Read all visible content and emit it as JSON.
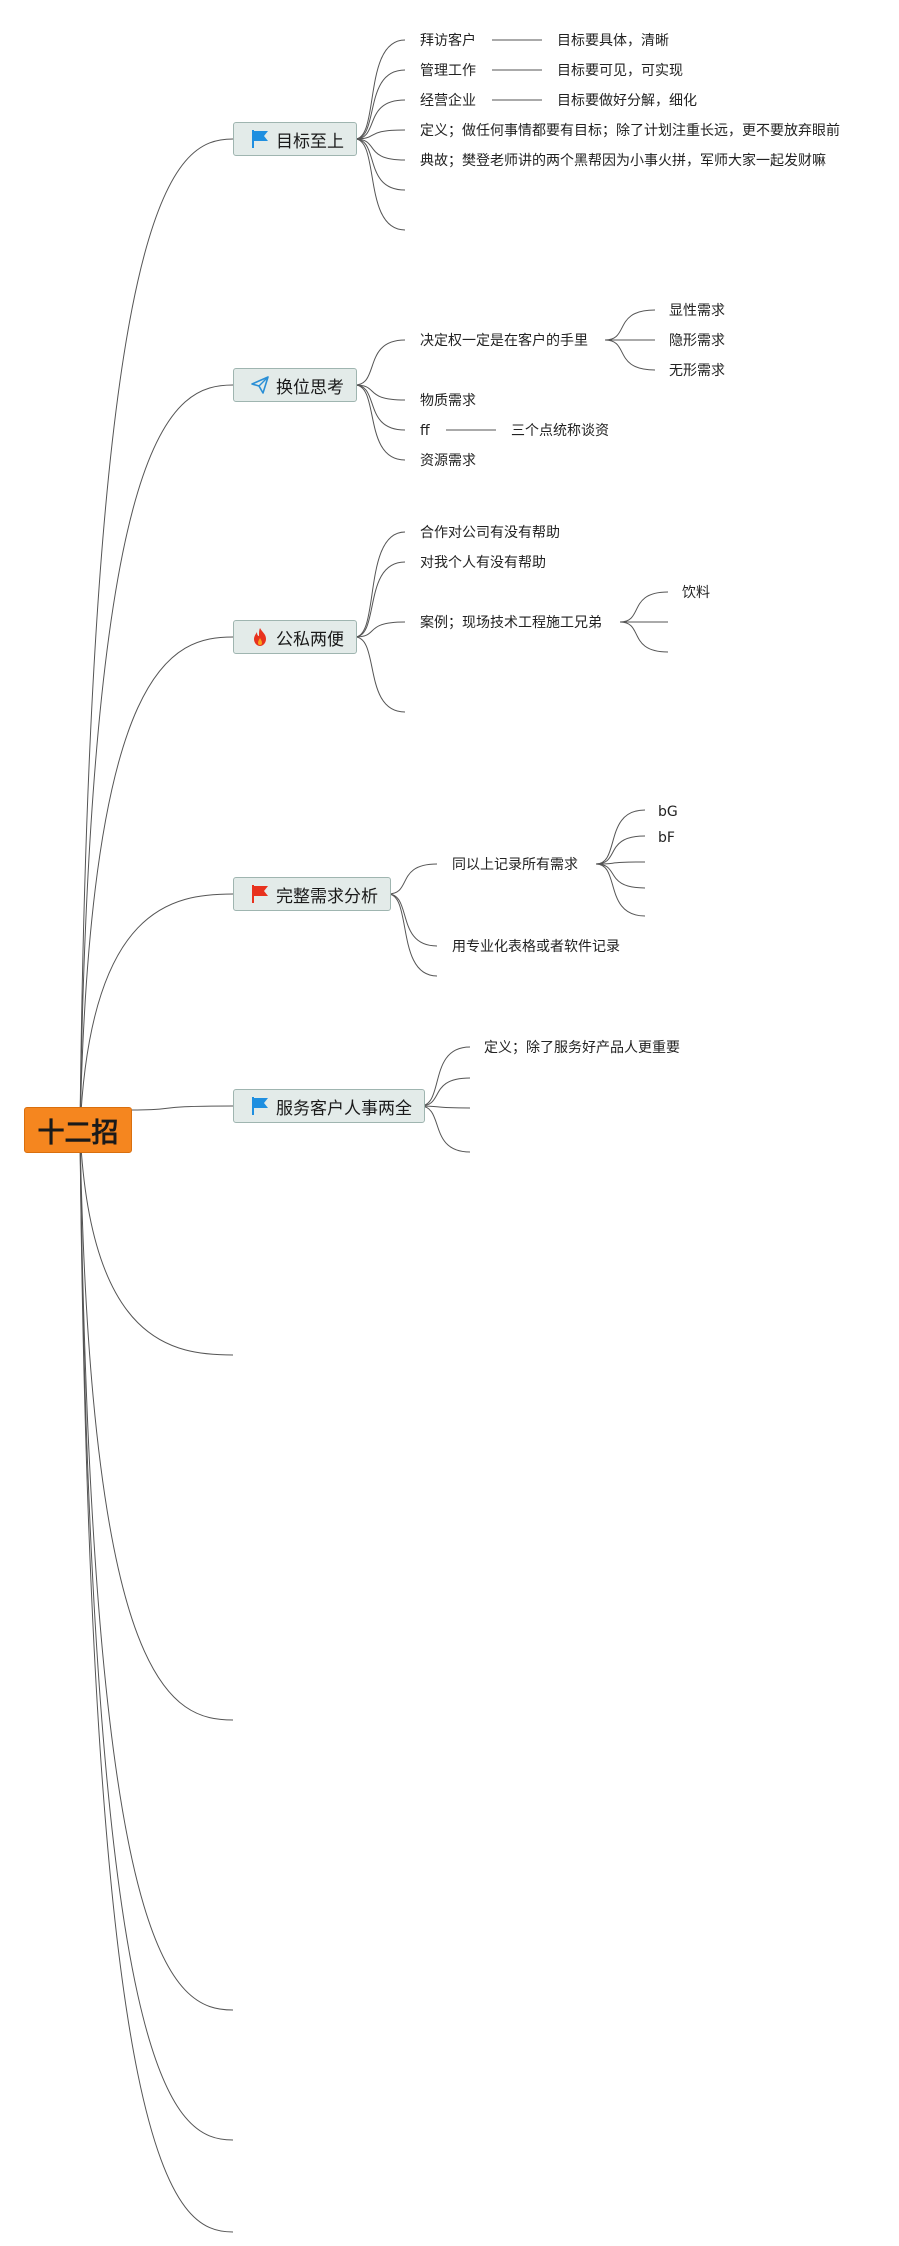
{
  "root": {
    "label": "十二招"
  },
  "branches": [
    {
      "label": "目标至上",
      "icon": "blue-flag-icon",
      "items": [
        {
          "label": "拜访客户",
          "note": "目标要具体，清晰"
        },
        {
          "label": "管理工作",
          "note": "目标要可见，可实现"
        },
        {
          "label": "经营企业",
          "note": "目标要做好分解，细化"
        },
        {
          "label": "定义；做任何事情都要有目标；除了计划注重长远，更不要放弃眼前"
        },
        {
          "label": "典故；樊登老师讲的两个黑帮因为小事火拼，军师大家一起发财嘛"
        }
      ]
    },
    {
      "label": "换位思考",
      "icon": "paper-plane-icon",
      "items": [
        {
          "label": "决定权一定是在客户的手里",
          "children": [
            "显性需求",
            "隐形需求",
            "无形需求"
          ]
        },
        {
          "label": "物质需求"
        },
        {
          "label": "ff",
          "note": "三个点统称谈资"
        },
        {
          "label": "资源需求"
        }
      ]
    },
    {
      "label": "公私两便",
      "icon": "fire-icon",
      "items": [
        {
          "label": "合作对公司有没有帮助"
        },
        {
          "label": "对我个人有没有帮助"
        },
        {
          "label": "案例；现场技术工程施工兄弟",
          "children": [
            "饮料"
          ]
        }
      ]
    },
    {
      "label": "完整需求分析",
      "icon": "red-flag-icon",
      "items": [
        {
          "label": "同以上记录所有需求",
          "children": [
            "bG",
            "bF"
          ]
        },
        {
          "label": "用专业化表格或者软件记录"
        }
      ]
    },
    {
      "label": "服务客户人事两全",
      "icon": "blue-flag-icon",
      "items": [
        {
          "label": "定义；除了服务好产品人更重要"
        }
      ]
    }
  ],
  "colors": {
    "root": "#f5861f",
    "branch_fill": "#e3ebe9",
    "branch_border": "#9fb5b0",
    "line": "#555555",
    "flag_blue": "#1f8fe0",
    "flag_red": "#e8321e",
    "fire": "#e8321e",
    "plane": "#2a8fd6"
  }
}
